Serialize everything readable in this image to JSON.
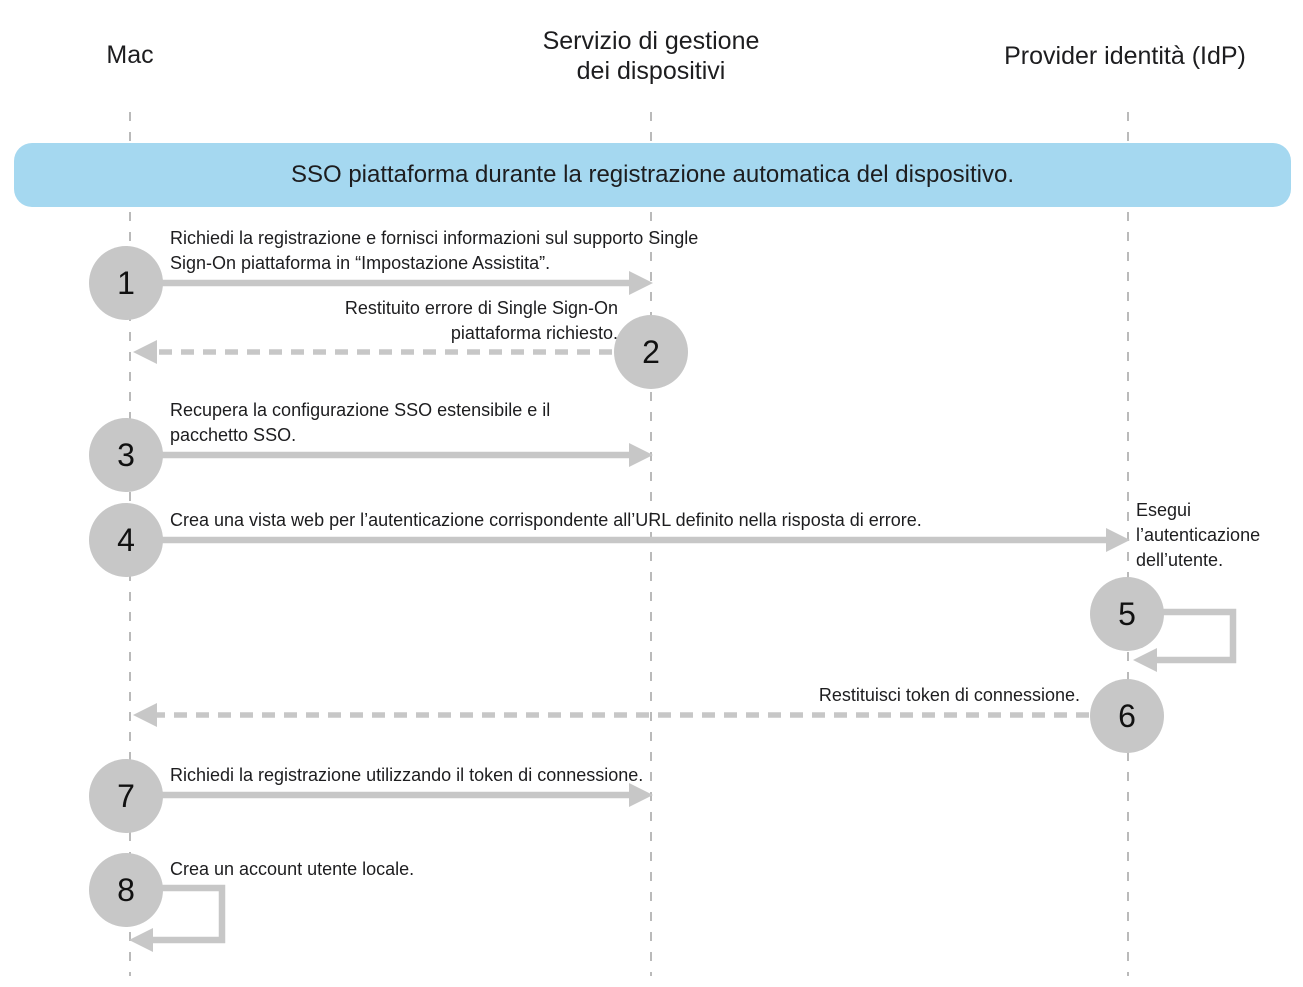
{
  "diagram": {
    "title": "SSO piattaforma durante la registrazione automatica del dispositivo.",
    "actors": [
      {
        "name": "Mac"
      },
      {
        "name": "Servizio di gestione\ndei dispositivi"
      },
      {
        "name": "Provider identità (IdP)"
      }
    ],
    "steps": [
      {
        "num": "1",
        "text": "Richiedi la registrazione e fornisci informazioni sul supporto Single\nSign-On piattaforma in “Impostazione Assistita”.",
        "from": "Mac",
        "to": "Servizio di gestione dei dispositivi",
        "line": "solid"
      },
      {
        "num": "2",
        "text": "Restituito errore di Single Sign-On\npiattaforma richiesto.",
        "from": "Servizio di gestione dei dispositivi",
        "to": "Mac",
        "line": "dashed"
      },
      {
        "num": "3",
        "text": "Recupera la configurazione SSO estensibile e il\npacchetto SSO.",
        "from": "Mac",
        "to": "Servizio di gestione dei dispositivi",
        "line": "solid"
      },
      {
        "num": "4",
        "text": "Crea una vista web per l’autenticazione corrispondente all’URL definito nella risposta di errore.",
        "from": "Mac",
        "to": "Provider identità (IdP)",
        "line": "solid"
      },
      {
        "num": "5",
        "text": "Esegui\nl’autenticazione\ndell’utente.",
        "from": "Provider identità (IdP)",
        "to": "Provider identità (IdP)",
        "line": "self-loop"
      },
      {
        "num": "6",
        "text": "Restituisci token di connessione.",
        "from": "Provider identità (IdP)",
        "to": "Mac",
        "line": "dashed"
      },
      {
        "num": "7",
        "text": "Richiedi la registrazione utilizzando il token di connessione.",
        "from": "Mac",
        "to": "Servizio di gestione dei dispositivi",
        "line": "solid"
      },
      {
        "num": "8",
        "text": "Crea un account utente locale.",
        "from": "Mac",
        "to": "Mac",
        "line": "self-loop"
      }
    ],
    "colors": {
      "banner_bg": "#a5d8f0",
      "connector_gray": "#c7c7c7",
      "lifeline_gray": "#aeaeae",
      "text": "#1d1d1f",
      "background": "#ffffff"
    }
  }
}
